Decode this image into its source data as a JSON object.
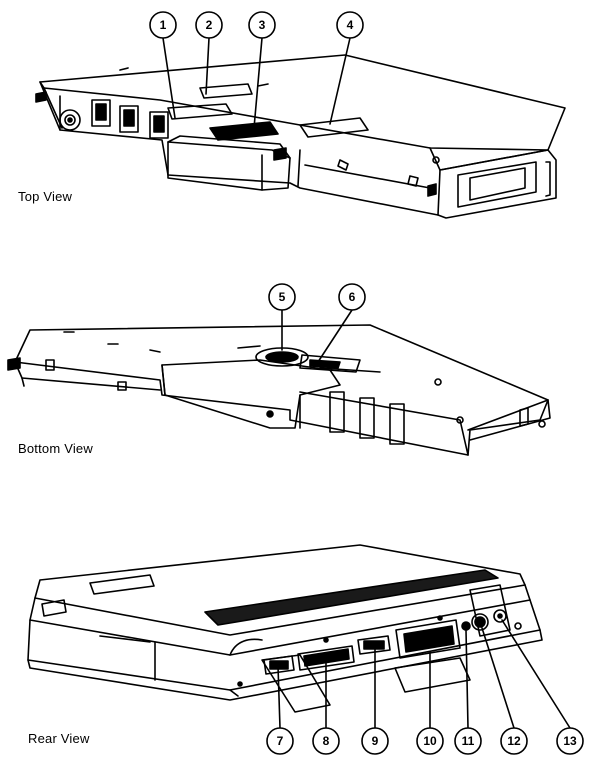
{
  "views": {
    "top": {
      "label": "Top View",
      "callouts": [
        "1",
        "2",
        "3",
        "4"
      ]
    },
    "bottom": {
      "label": "Bottom View",
      "callouts": [
        "5",
        "6"
      ]
    },
    "rear": {
      "label": "Rear View",
      "callouts": [
        "7",
        "8",
        "9",
        "10",
        "11",
        "12",
        "13"
      ]
    }
  },
  "colors": {
    "ink": "#000000",
    "paper": "#ffffff",
    "vent": "#1a1a1a"
  }
}
